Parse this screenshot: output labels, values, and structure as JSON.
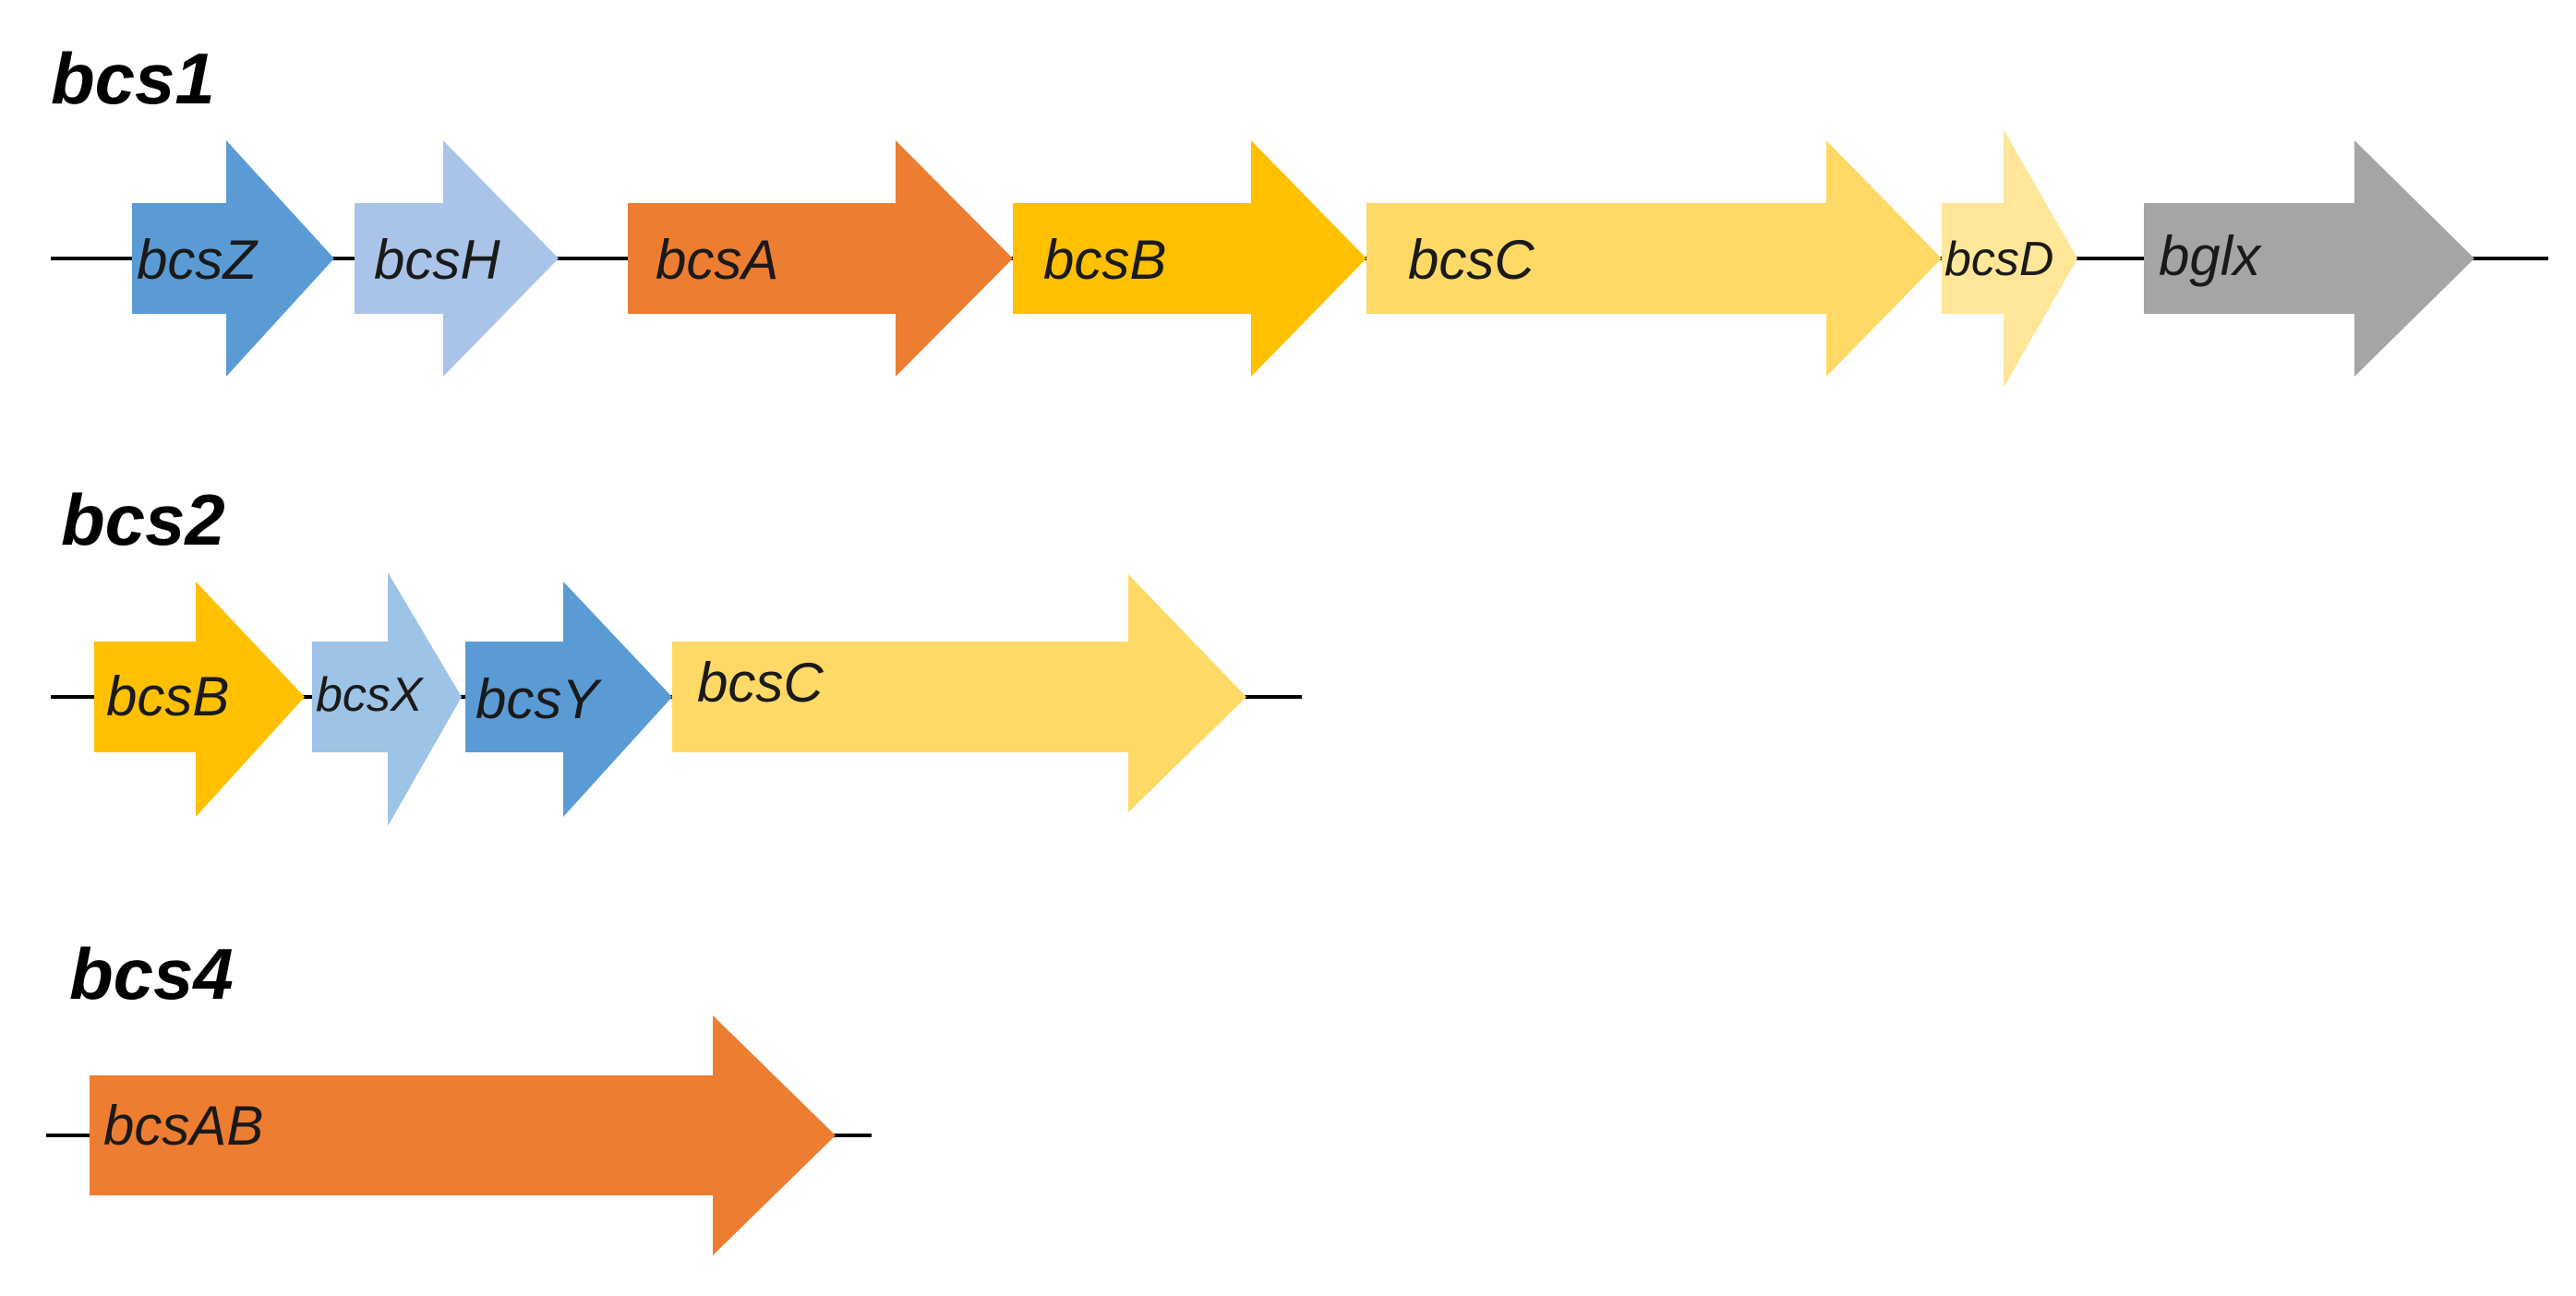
{
  "diagram": {
    "clusters": [
      {
        "title": "bcs1",
        "genes": [
          {
            "label": "bcsZ",
            "color": "#5b9bd5"
          },
          {
            "label": "bcsH",
            "color": "#a9c4e8"
          },
          {
            "label": "bcsA",
            "color": "#ed7d31"
          },
          {
            "label": "bcsB",
            "color": "#ffc000"
          },
          {
            "label": "bcsC",
            "color": "#ffd966"
          },
          {
            "label": "bcsD",
            "color": "#ffe699"
          },
          {
            "label": "bglx",
            "color": "#a5a5a5"
          }
        ]
      },
      {
        "title": "bcs2",
        "genes": [
          {
            "label": "bcsB",
            "color": "#ffc000"
          },
          {
            "label": "bcsX",
            "color": "#9dc3e6"
          },
          {
            "label": "bcsY",
            "color": "#5b9bd5"
          },
          {
            "label": "bcsC",
            "color": "#ffd966"
          }
        ]
      },
      {
        "title": "bcs4",
        "genes": [
          {
            "label": "bcsAB",
            "color": "#ed7d31"
          }
        ]
      }
    ]
  }
}
